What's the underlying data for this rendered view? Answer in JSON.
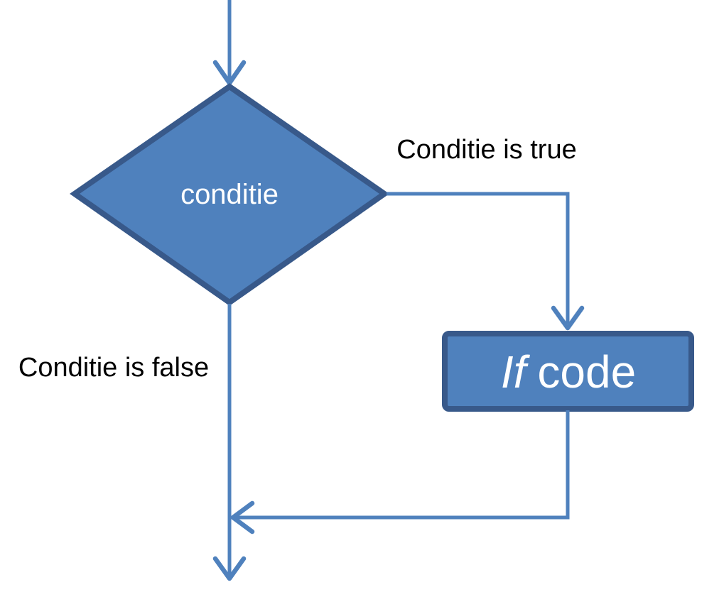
{
  "nodes": {
    "condition": {
      "label": "conditie"
    },
    "if_code": {
      "label_word1": "If",
      "label_word2": "code"
    }
  },
  "edges": {
    "true_branch": {
      "label": "Conditie is true"
    },
    "false_branch": {
      "label": "Conditie is false"
    }
  },
  "colors": {
    "node_fill": "#4f81bd",
    "node_border": "#38598a",
    "connector": "#4f81bd",
    "node_text": "#ffffff",
    "edge_label_text": "#000000",
    "background": "#ffffff"
  }
}
